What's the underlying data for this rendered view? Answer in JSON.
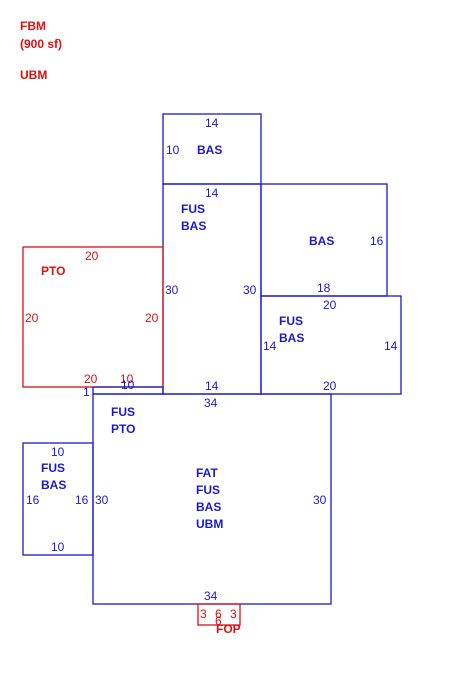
{
  "legend": {
    "line1": "FBM",
    "line2": "(900 sf)",
    "line3": "UBM"
  },
  "colors": {
    "blue": "#1a1acc",
    "red": "#dd1111"
  },
  "areas": {
    "bas_top": {
      "label": "BAS",
      "dim_top": "14",
      "dim_left": "10"
    },
    "fus_bas_center": {
      "label1": "FUS",
      "label2": "BAS",
      "dim_top": "14",
      "dim_left": "30",
      "dim_right": "30",
      "dim_bottom": "14"
    },
    "bas_right": {
      "label": "BAS",
      "dim_right": "16",
      "dim_bottom": "18"
    },
    "fus_bas_right": {
      "label1": "FUS",
      "label2": "BAS",
      "dim_top": "20",
      "dim_left": "14",
      "dim_right": "14",
      "dim_bottom": "20"
    },
    "pto": {
      "label": "PTO",
      "dim_top": "20",
      "dim_left": "20",
      "dim_right": "20",
      "dim_bottom": "20"
    },
    "fus_pto": {
      "label1": "FUS",
      "label2": "PTO",
      "dim_top": "10",
      "dim_overlap": "10",
      "dim_side": "1"
    },
    "fat_main": {
      "label1": "FAT",
      "label2": "FUS",
      "label3": "BAS",
      "label4": "UBM",
      "dim_top": "34",
      "dim_left": "30",
      "dim_right": "30",
      "dim_bottom": "34"
    },
    "fus_bas_left": {
      "label1": "FUS",
      "label2": "BAS",
      "dim_top": "10",
      "dim_left": "16",
      "dim_right": "16",
      "dim_bottom": "10"
    },
    "fop": {
      "label": "FOP",
      "dim_left": "3",
      "dim_center": "6",
      "dim_right": "3",
      "dim_bottom": "6"
    }
  }
}
